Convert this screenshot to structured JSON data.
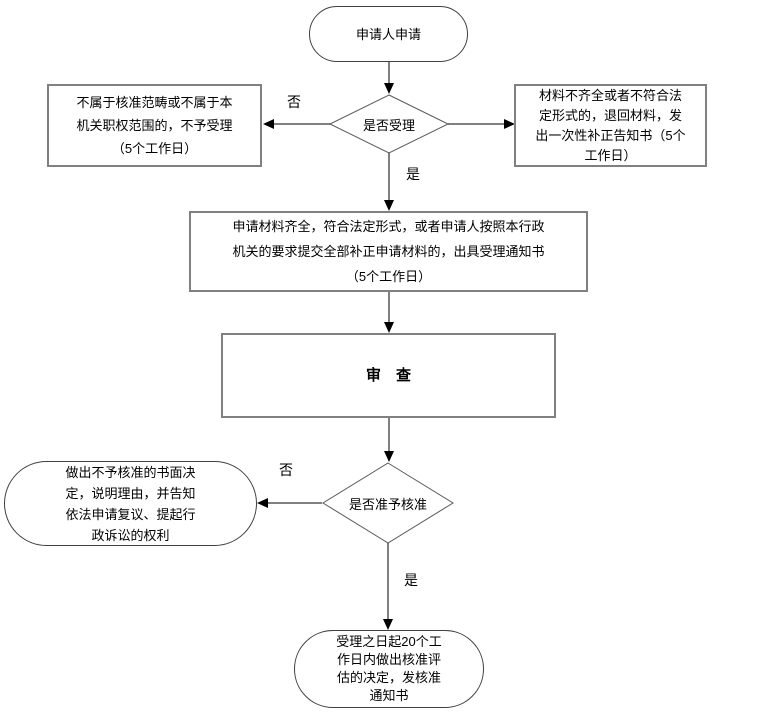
{
  "flowchart": {
    "title_hint": "行政核准流程图",
    "colors": {
      "background": "#ffffff",
      "line": "#808080",
      "arrowhead": "#000000",
      "rect_border": "#808080",
      "stadium_border": "#404040",
      "diamond_border": "#595959",
      "text": "#000000"
    },
    "nodes": {
      "start": {
        "shape": "stadium",
        "text": "申请人申请"
      },
      "decision1": {
        "shape": "diamond",
        "text": "是否受理"
      },
      "reject": {
        "shape": "rect",
        "text": "不属于核准范畴或不属于本\n机关职权范围的，不予受理\n（5个工作日）"
      },
      "supplement": {
        "shape": "rect",
        "text": "材料不齐全或者不符合法\n定形式的，退回材料，发\n出一次性补正告知书（5个\n工作日）"
      },
      "accept": {
        "shape": "rect",
        "text": "申请材料齐全，符合法定形式，或者申请人按照本行政\n机关的要求提交全部补正申请材料的，出具受理通知书\n（5个工作日）"
      },
      "review": {
        "shape": "rect",
        "text": "审　查"
      },
      "decision2": {
        "shape": "diamond",
        "text": "是否准予核准"
      },
      "deny": {
        "shape": "stadium",
        "text": "做出不予核准的书面决\n定，说明理由，并告知\n依法申请复议、提起行\n政诉讼的权利"
      },
      "approve": {
        "shape": "stadium",
        "text": "受理之日起20个工\n作日内做出核准评\n估的决定，发核准\n通知书"
      }
    },
    "edge_labels": {
      "no1": "否",
      "yes1": "是",
      "no2": "否",
      "yes2": "是"
    }
  }
}
